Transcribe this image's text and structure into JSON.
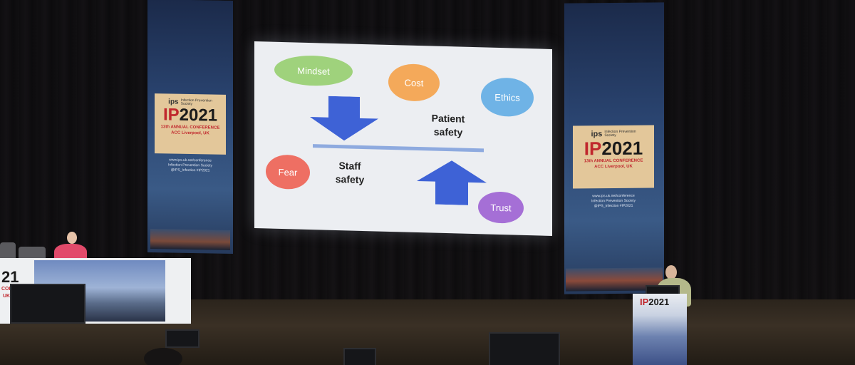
{
  "slide": {
    "clouds": {
      "mindset": "Mindset",
      "cost": "Cost",
      "ethics": "Ethics",
      "fear": "Fear",
      "trust": "Trust"
    },
    "patient_safety": [
      "Patient",
      "safety"
    ],
    "staff_safety": [
      "Staff",
      "safety"
    ]
  },
  "banner": {
    "society_logo": "ips",
    "society_name": [
      "Infection Prevention",
      "Society"
    ],
    "event_prefix": "IP",
    "event_year": "2021",
    "conference_line1": "13th ANNUAL CONFERENCE",
    "conference_line2": "ACC Liverpool, UK",
    "url": "www.ips.uk.net/conference",
    "social1": "Infection Prevention Society",
    "social2": "@IPS_Infection #IP2021"
  },
  "table": {
    "year_partial": "21",
    "conf_partial": "CONFE",
    "uk_partial": "UK"
  },
  "podium": {
    "label_prefix": "IP",
    "label_year": "2021"
  },
  "colors": {
    "mindset_cloud": "#9fd27c",
    "cost_cloud": "#f4a95a",
    "ethics_cloud": "#6fb3e6",
    "fear_cloud": "#ee6f63",
    "trust_cloud": "#a56fd6",
    "arrow": "#3e62d6",
    "divider": "#8eaadf",
    "brand_red": "#c0272d",
    "banner_panel": "#e3c79a"
  }
}
